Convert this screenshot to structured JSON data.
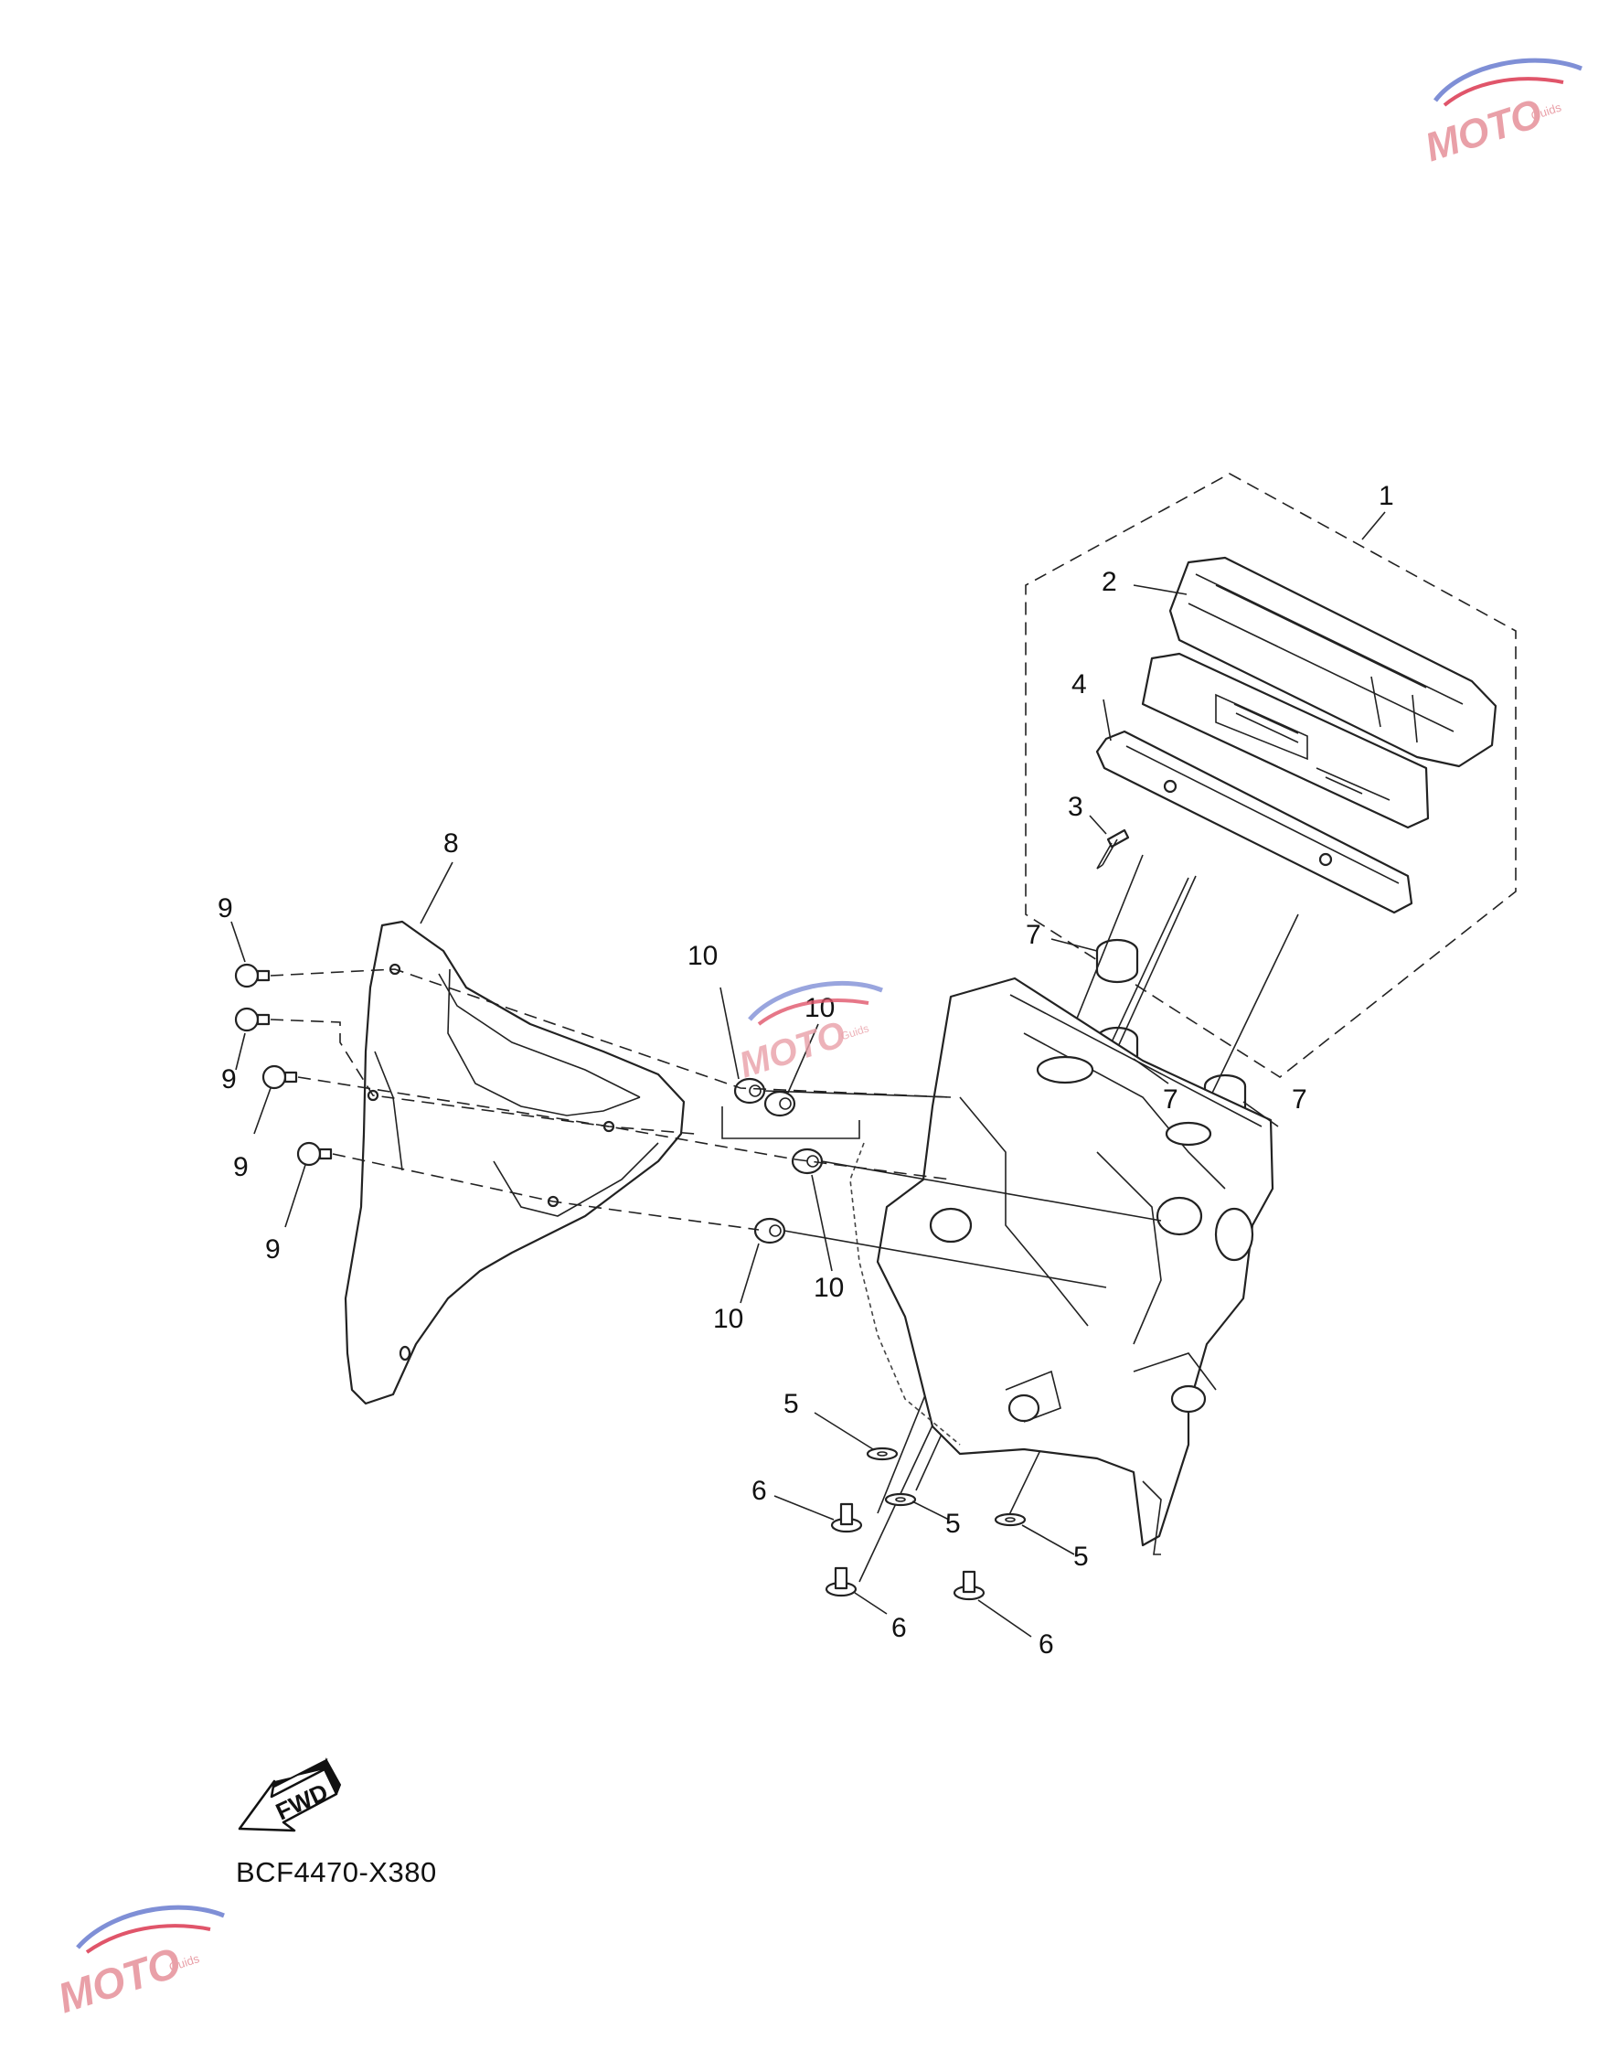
{
  "diagram": {
    "code": "BCF4470-X380",
    "direction_badge": "FWD",
    "callouts": {
      "c1": "1",
      "c2": "2",
      "c3": "3",
      "c4": "4",
      "c5": "5",
      "c6": "6",
      "c7": "7",
      "c8": "8",
      "c9": "9",
      "c10": "10"
    }
  },
  "watermark": {
    "logo_text": "MOTO",
    "sub_text": "Guids",
    "colors": {
      "swoosh_blue": "#7f8fd6",
      "swoosh_red": "#e0556a",
      "letters": "#e9a0a8"
    }
  }
}
